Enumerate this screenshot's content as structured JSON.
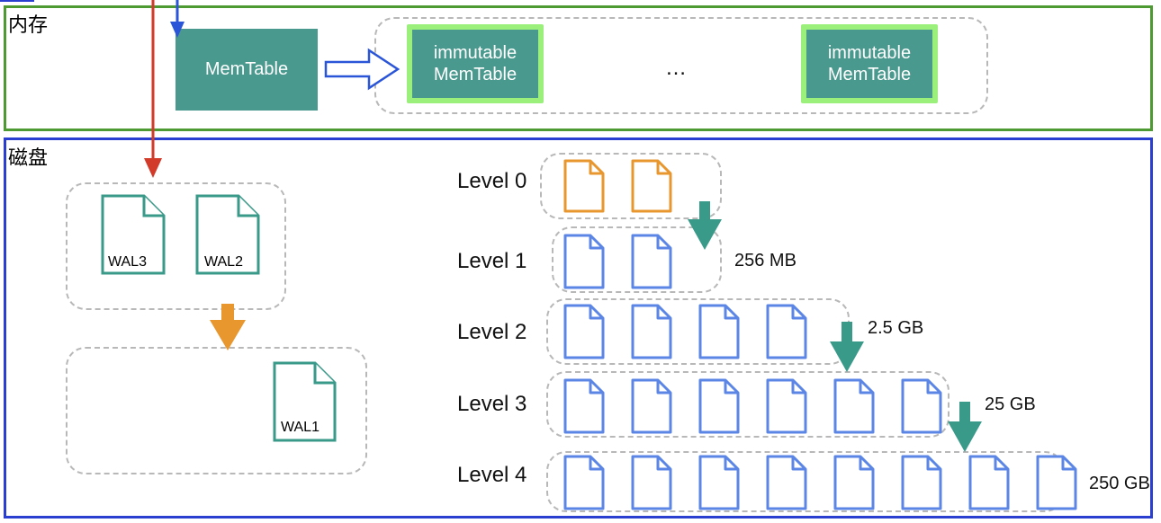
{
  "memory": {
    "label": "内存",
    "memtable": "MemTable",
    "immutable_label": "immutable MemTable",
    "immutable_count_shown": 2,
    "ellipsis": "…"
  },
  "disk": {
    "label": "磁盘"
  },
  "wal": {
    "group_files": [
      "WAL3",
      "WAL2"
    ],
    "old_file": "WAL1"
  },
  "levels": [
    {
      "label": "Level 0",
      "files": 2,
      "color": "#e8962e",
      "size": ""
    },
    {
      "label": "Level 1",
      "files": 2,
      "color": "#5b86e5",
      "size": "256 MB"
    },
    {
      "label": "Level 2",
      "files": 4,
      "color": "#5b86e5",
      "size": "2.5 GB"
    },
    {
      "label": "Level 3",
      "files": 6,
      "color": "#5b86e5",
      "size": "25 GB"
    },
    {
      "label": "Level 4",
      "files": 8,
      "color": "#5b86e5",
      "size": "250 GB"
    }
  ],
  "colors": {
    "memory_border": "#4e9a32",
    "disk_border": "#2a3fcf",
    "memtable_fill": "#4a998e",
    "immutable_glow": "#9af07a",
    "wal_stroke": "#3a9a8a",
    "write_arrow": "#d23a2a",
    "input_arrow": "#2a55d8",
    "flush_arrow": "#e8962e",
    "compaction_arrow": "#3a9a8a"
  }
}
